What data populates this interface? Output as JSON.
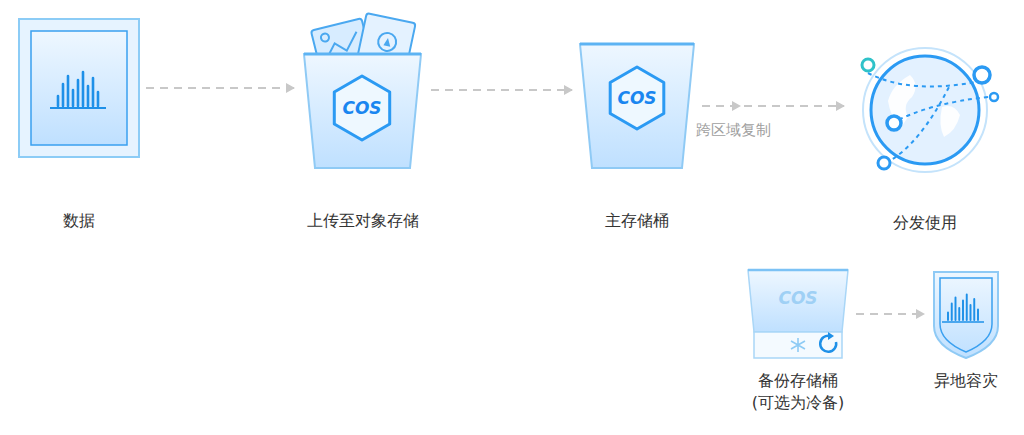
{
  "diagram": {
    "nodes": [
      {
        "text": [
          "数据"
        ]
      },
      {
        "text": [
          "上传至对象存储"
        ]
      },
      {
        "text": [
          "主存储桶"
        ]
      },
      {
        "text": [
          "分发使用"
        ]
      },
      {
        "text": [
          "备份存储桶",
          "(可选为冷备)"
        ]
      },
      {
        "text": [
          "异地容灾"
        ]
      }
    ],
    "edges": [
      {
        "from": 0,
        "to": 1,
        "arrow": "to"
      },
      {
        "from": 1,
        "to": 2,
        "arrow": "to"
      },
      {
        "from": 2,
        "to": 3,
        "arrow": "to"
      },
      {
        "from": 2,
        "to": 4,
        "label": "跨区域复制",
        "arrow": "to"
      },
      {
        "from": 4,
        "to": 5,
        "arrow": "to"
      }
    ],
    "labels": [
      "COS",
      "COS",
      "COS"
    ]
  }
}
